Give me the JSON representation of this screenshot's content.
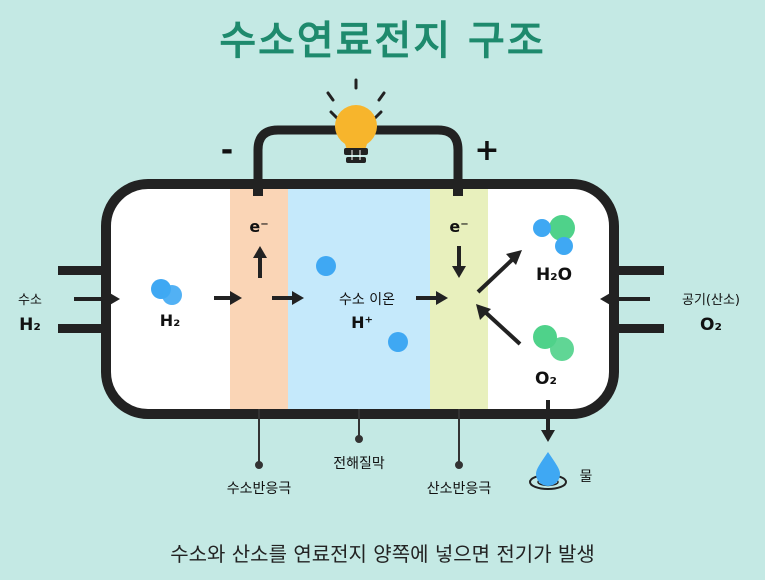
{
  "title": "수소연료전지 구조",
  "caption": "수소와 산소를 연료전지 양쪽에 넣으면 전기가 발생",
  "terminals": {
    "negative": "-",
    "positive": "+"
  },
  "inputs": {
    "hydrogen_label": "수소",
    "hydrogen_formula": "H₂",
    "air_label": "공기(산소)",
    "oxygen_formula": "O₂"
  },
  "inside": {
    "h2_formula": "H₂",
    "electron_left": "e⁻",
    "electron_right": "e⁻",
    "ion_label": "수소 이온",
    "ion_formula": "H⁺",
    "water_formula": "H₂O",
    "o2_formula": "O₂"
  },
  "components": {
    "anode": "수소반응극",
    "electrolyte": "전해질막",
    "cathode": "산소반응극",
    "water": "물"
  },
  "colors": {
    "background": "#c4e9e4",
    "title": "#1e8a6d",
    "anode_layer": "#fad5b6",
    "electrolyte_layer": "#c5e9fb",
    "cathode_layer": "#e8f0bd",
    "hydrogen_atom": "#3fa8f3",
    "oxygen_atom": "#4fd28a",
    "bulb": "#f7b52c"
  },
  "icons": [
    "light-bulb-icon",
    "water-drop-icon"
  ]
}
